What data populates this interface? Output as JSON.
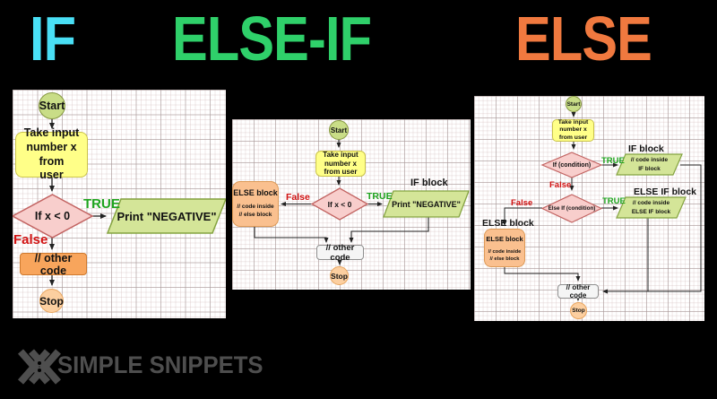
{
  "titles": {
    "if": {
      "label": "IF",
      "color": "#49dff5"
    },
    "elseif": {
      "label": "ELSE-IF",
      "color": "#2fd06a"
    },
    "else": {
      "label": "ELSE",
      "color": "#f0793f"
    }
  },
  "logo": {
    "name": "SIMPLE SNIPPETS"
  },
  "colors": {
    "background": "#000000",
    "true_green": "#1ea41e",
    "false_red": "#d11212",
    "start_fill": "#c9dd87",
    "stop_fill": "#fccfa0",
    "process_yellow": "#ffff88",
    "decision_pink": "#f8cecc",
    "output_green": "#d4e598",
    "other_orange": "#f8a55c",
    "else_orange": "#fac08f",
    "other_gray": "#f5f5f5"
  },
  "panels": {
    "p1": {
      "start": "Start",
      "input": "Take input\nnumber x from\nuser",
      "cond": "If x < 0",
      "true_label": "TRUE",
      "false_label": "False",
      "print": "Print \"NEGATIVE\"",
      "other": "// other code",
      "stop": "Stop"
    },
    "p2": {
      "start": "Start",
      "input": "Take input\nnumber x\nfrom user",
      "cond": "If x < 0",
      "true_label": "TRUE",
      "false_label": "False",
      "if_block_title": "IF block",
      "print": "Print \"NEGATIVE\"",
      "else_title": "ELSE block",
      "else_body": "// code inside\n// else block",
      "other": "// other code",
      "stop": "Stop"
    },
    "p3": {
      "start": "Start",
      "input": "Take input\nnumber x\nfrom user",
      "cond1": "If (condition)",
      "true1": "TRUE",
      "false1": "False",
      "if_block_title": "IF block",
      "if_block_body": "// code inside\nIF block",
      "cond2": "Else If (condition)",
      "true2": "TRUE",
      "false2": "False",
      "elseif_block_title": "ELSE IF block",
      "elseif_block_body": "// code inside\nELSE IF block",
      "else_label": "ELSE block",
      "else_title": "ELSE block",
      "else_body": "// code inside\n// else block",
      "other": "// other code",
      "stop": "Stop"
    }
  }
}
